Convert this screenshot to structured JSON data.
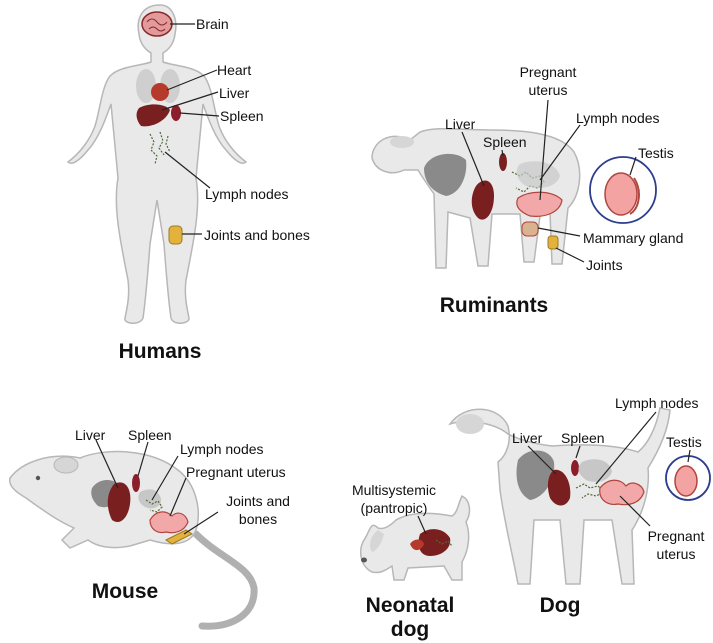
{
  "colors": {
    "body_fill": "#e9e9e9",
    "body_stroke": "#b5b5b5",
    "organ_dark": "#7a1f1f",
    "organ_red": "#a12a2a",
    "brain_pink": "#e39a9a",
    "uterus_pink": "#f2a8a8",
    "lymph_green": "#7fae5a",
    "joint_yellow": "#e3b23c",
    "testis_ring": "#2d3e8c",
    "stomach_gray": "#8a8a8a"
  },
  "humans": {
    "title": "Humans",
    "labels": {
      "brain": "Brain",
      "heart": "Heart",
      "liver": "Liver",
      "spleen": "Spleen",
      "lymph": "Lymph nodes",
      "joints": "Joints and bones"
    }
  },
  "ruminants": {
    "title": "Ruminants",
    "labels": {
      "pregnant_uterus_line1": "Pregnant",
      "pregnant_uterus_line2": "uterus",
      "liver": "Liver",
      "spleen": "Spleen",
      "lymph": "Lymph nodes",
      "testis": "Testis",
      "mammary": "Mammary gland",
      "joints": "Joints"
    }
  },
  "mouse": {
    "title": "Mouse",
    "labels": {
      "liver": "Liver",
      "spleen": "Spleen",
      "lymph": "Lymph nodes",
      "pregnant_uterus": "Pregnant uterus",
      "joints_line1": "Joints and",
      "joints_line2": "bones"
    }
  },
  "dog": {
    "title": "Dog",
    "labels": {
      "lymph": "Lymph nodes",
      "liver": "Liver",
      "spleen": "Spleen",
      "testis": "Testis",
      "pregnant_uterus_line1": "Pregnant",
      "pregnant_uterus_line2": "uterus"
    }
  },
  "neonatal_dog": {
    "title_line1": "Neonatal",
    "title_line2": "dog",
    "labels": {
      "multisystemic": "Multisystemic",
      "pantropic": "(pantropic)"
    }
  }
}
